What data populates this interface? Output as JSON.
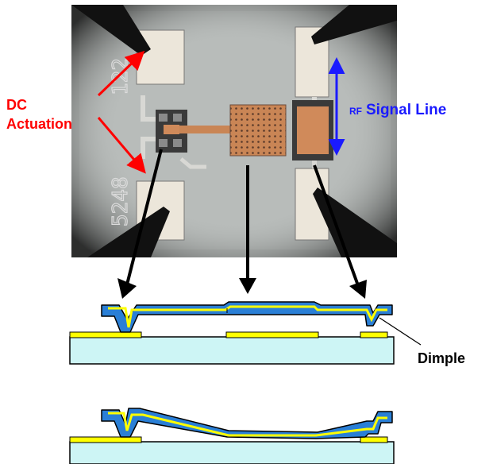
{
  "labels": {
    "dc_actuation_line1": "DC",
    "dc_actuation_line2": "Actuation",
    "rf_prefix": "RF",
    "rf_signal_line": "Signal Line",
    "dimple": "Dimple"
  },
  "die_marking": "5248 122",
  "colors": {
    "dc_arrow": "#ff0000",
    "rf_arrow": "#1a1aff",
    "membrane": "#2a7fd6",
    "metal": "#ffff00",
    "substrate": "#cdf5f5",
    "gold_pad": "#d08a5a"
  },
  "icons": [
    "arrow-icon",
    "double-arrow-icon"
  ]
}
